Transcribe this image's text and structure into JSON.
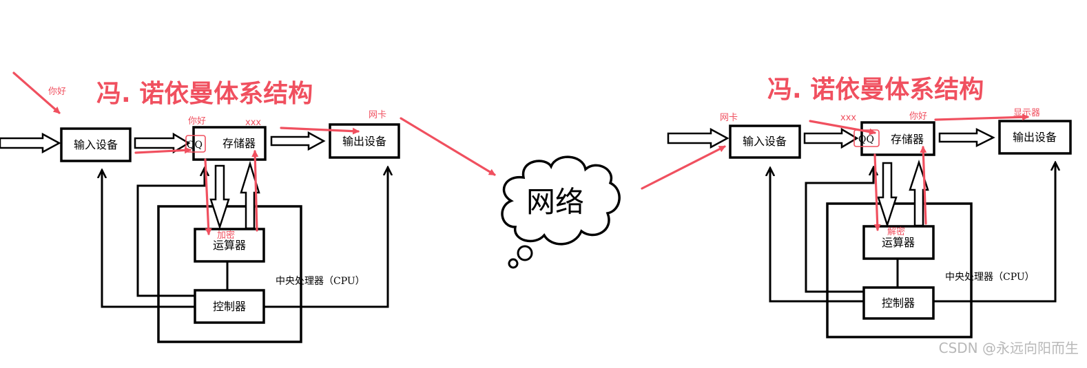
{
  "left": {
    "title": "冯. 诺依曼体系结构",
    "boxes": {
      "input": "输入设备",
      "memory": "存储器",
      "output": "输出设备",
      "alu": "运算器",
      "control": "控制器"
    },
    "cpu_label": "中央处理器（CPU）",
    "qq_label": "QQ",
    "annotations": {
      "hello_top": "你好",
      "hello_mem": "你好",
      "xxx": "xxx",
      "nic": "网卡",
      "encrypt": "加密"
    }
  },
  "network": {
    "label": "网络"
  },
  "right": {
    "title": "冯. 诺依曼体系结构",
    "boxes": {
      "input": "输入设备",
      "memory": "存储器",
      "output": "输出设备",
      "alu": "运算器",
      "control": "控制器"
    },
    "cpu_label": "中央处理器（CPU）",
    "qq_label": "QQ",
    "annotations": {
      "nic": "网卡",
      "xxx": "xxx",
      "hello": "你好",
      "display": "显示器",
      "decrypt": "解密"
    }
  },
  "watermark": "CSDN @永远向阳而生",
  "colors": {
    "annotation_red": "#f0505f",
    "line_black": "#000000"
  }
}
